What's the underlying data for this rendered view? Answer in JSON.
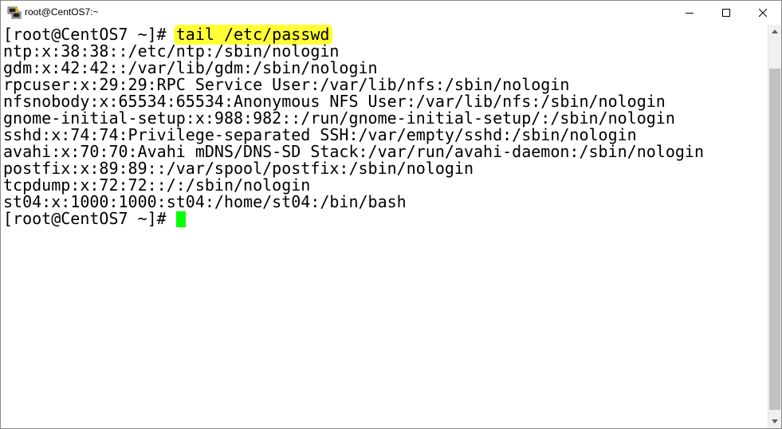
{
  "window": {
    "title": "root@CentOS7:~",
    "icon": "putty-terminal-icon",
    "controls": {
      "minimize_icon": "minimize-icon",
      "maximize_icon": "maximize-icon",
      "close_icon": "close-icon"
    }
  },
  "terminal": {
    "prompt": "[root@CentOS7 ~]# ",
    "command": "tail /etc/passwd",
    "output": [
      "ntp:x:38:38::/etc/ntp:/sbin/nologin",
      "gdm:x:42:42::/var/lib/gdm:/sbin/nologin",
      "rpcuser:x:29:29:RPC Service User:/var/lib/nfs:/sbin/nologin",
      "nfsnobody:x:65534:65534:Anonymous NFS User:/var/lib/nfs:/sbin/nologin",
      "gnome-initial-setup:x:988:982::/run/gnome-initial-setup/:/sbin/nologin",
      "sshd:x:74:74:Privilege-separated SSH:/var/empty/sshd:/sbin/nologin",
      "avahi:x:70:70:Avahi mDNS/DNS-SD Stack:/var/run/avahi-daemon:/sbin/nologin",
      "postfix:x:89:89::/var/spool/postfix:/sbin/nologin",
      "tcpdump:x:72:72::/:/sbin/nologin",
      "st04:x:1000:1000:st04:/home/st04:/bin/bash"
    ],
    "final_prompt": "[root@CentOS7 ~]# ",
    "colors": {
      "background": "#ffffff",
      "foreground": "#000000",
      "command_highlight": "#ffff33",
      "cursor": "#00ff00"
    }
  },
  "scrollbar": {
    "up_icon": "scroll-up-arrow-icon",
    "down_icon": "scroll-down-arrow-icon"
  }
}
